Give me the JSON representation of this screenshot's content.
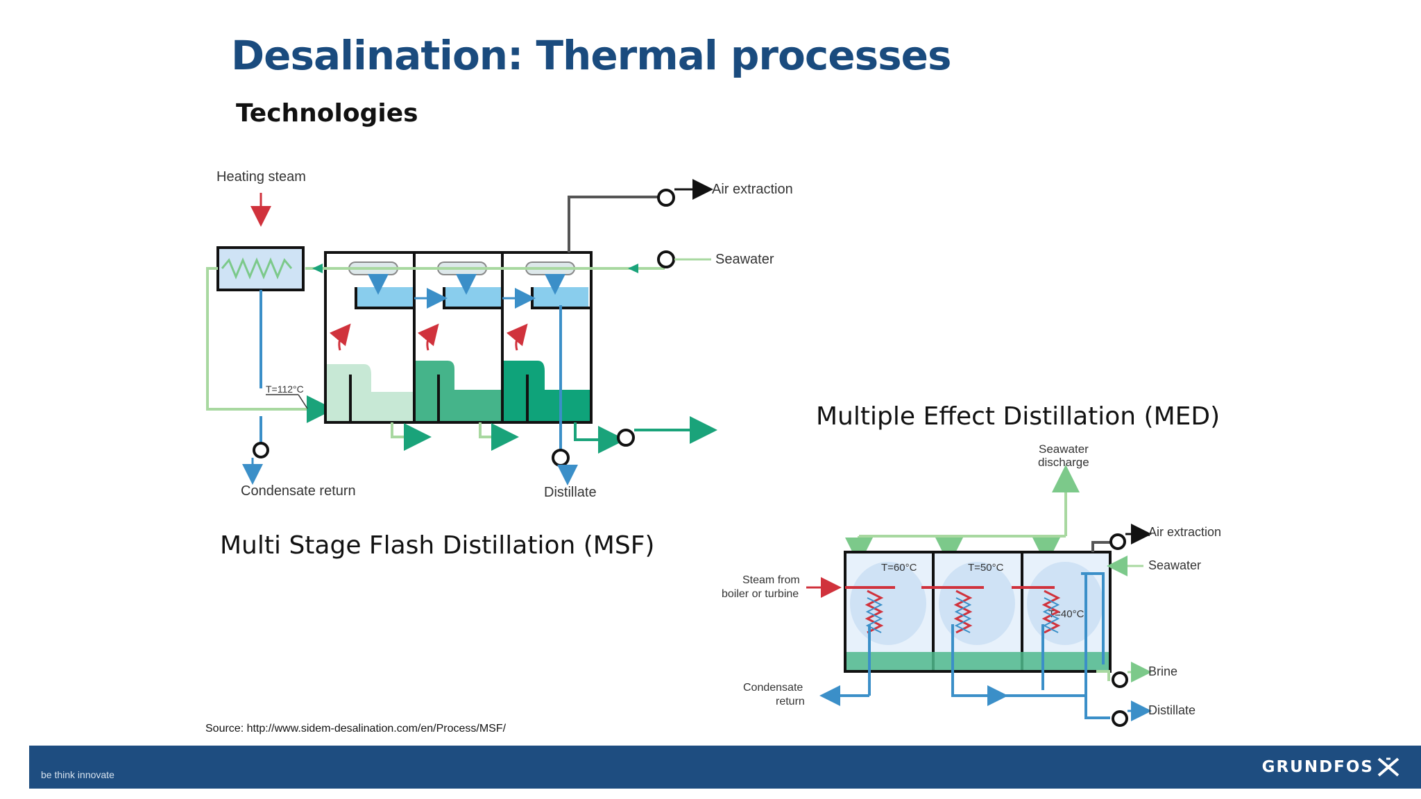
{
  "slide": {
    "title": "Desalination: Thermal processes",
    "subtitle": "Technologies",
    "source": "Source: http://www.sidem-desalination.com/en/Process/MSF/"
  },
  "msf": {
    "caption": "Multi Stage Flash Distillation (MSF)",
    "labels": {
      "heating_steam": "Heating steam",
      "air_extraction": "Air extraction",
      "seawater": "Seawater",
      "temperature": "T=112°C",
      "condensate_return": "Condensate return",
      "distillate": "Distillate"
    }
  },
  "med": {
    "caption": "Multiple Effect Distillation (MED)",
    "labels": {
      "seawater_discharge_1": "Seawater",
      "seawater_discharge_2": "discharge",
      "air_extraction": "Air extraction",
      "seawater": "Seawater",
      "steam_1": "Steam from",
      "steam_2": "boiler or turbine",
      "t1": "T=60°C",
      "t2": "T=50°C",
      "t3": "T=40°C",
      "condensate_1": "Condensate",
      "condensate_2": "return",
      "brine": "Brine",
      "distillate": "Distillate"
    }
  },
  "footer": {
    "tagline": "be think innovate",
    "brand": "GRUNDFOS"
  },
  "colors": {
    "title": "#1a4b7e",
    "footer": "#1e4d80",
    "steam": "#d0323c",
    "seawater_green": "#a8d8a0",
    "brine_green": "#1aa37a",
    "distillate_blue": "#3b8fc8"
  }
}
